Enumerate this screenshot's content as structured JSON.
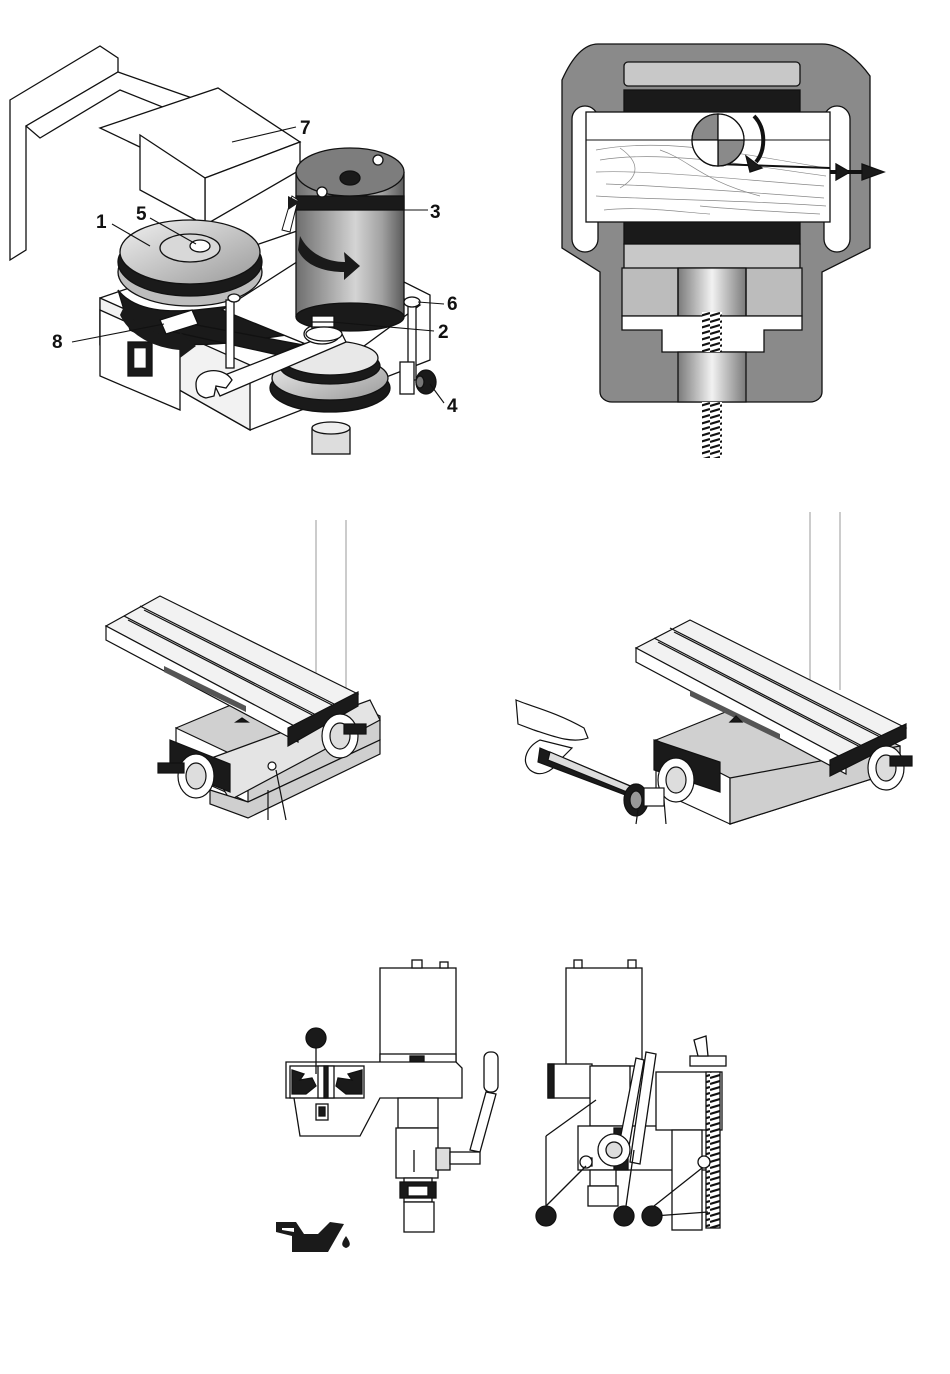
{
  "figure_belt": {
    "callouts": [
      {
        "id": "pulley-left",
        "label": "1"
      },
      {
        "id": "nut",
        "label": "2"
      },
      {
        "id": "motor",
        "label": "3"
      },
      {
        "id": "knob",
        "label": "4"
      },
      {
        "id": "pulley-nut",
        "label": "5"
      },
      {
        "id": "screw",
        "label": "6"
      },
      {
        "id": "cover",
        "label": "7"
      },
      {
        "id": "belt",
        "label": "8"
      }
    ]
  },
  "colors": {
    "line": "#111111",
    "dark_fill": "#1a1a1a",
    "mid_gray": "#8a8a8a",
    "light_gray": "#c8c8c8",
    "pale_gray": "#e6e6e6"
  }
}
